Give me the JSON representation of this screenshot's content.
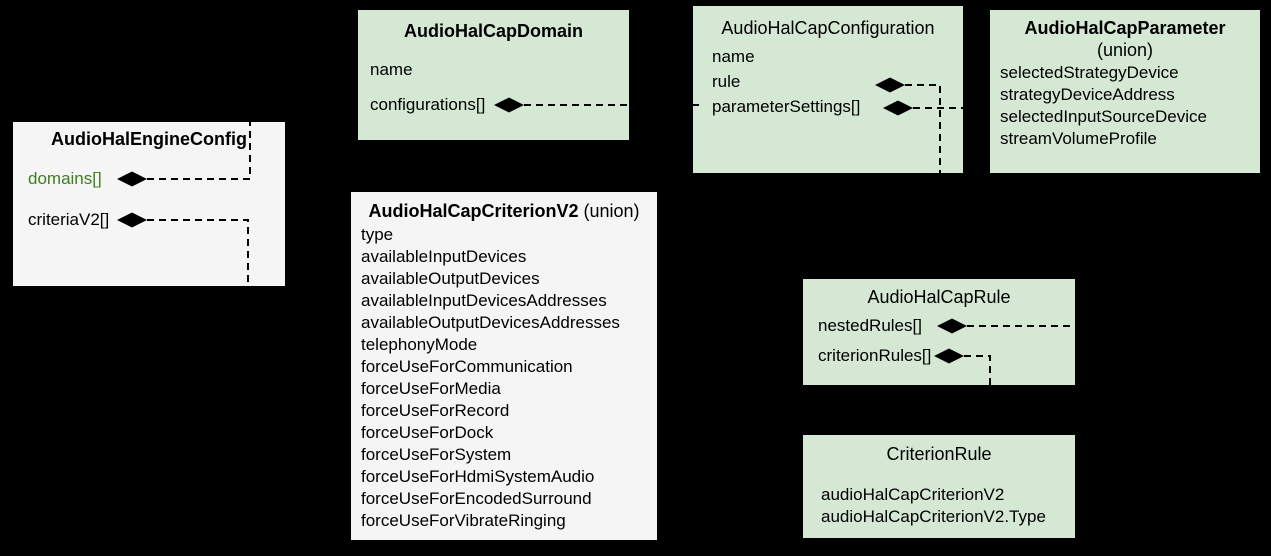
{
  "diagram_type": "uml-class-diagram",
  "colors": {
    "background": "#000000",
    "green_box_fill": "#d5e8d4",
    "gray_box_fill": "#f5f5f5",
    "text": "#000000",
    "domains_field_green": "#3f7e20",
    "connector_line": "#000000"
  },
  "boxes": {
    "engine": {
      "title": "AudioHalEngineConfig",
      "fields": {
        "domains": "domains[]",
        "criteriaV2": "criteriaV2[]"
      }
    },
    "domain": {
      "title": "AudioHalCapDomain",
      "fields": {
        "name": "name",
        "configurations": "configurations[]"
      }
    },
    "configuration": {
      "title": "AudioHalCapConfiguration",
      "fields": {
        "name": "name",
        "rule": "rule",
        "parameterSettings": "parameterSettings[]"
      }
    },
    "parameter": {
      "title": "AudioHalCapParameter",
      "subtitle": "(union)",
      "fields": [
        "selectedStrategyDevice",
        "strategyDeviceAddress",
        "selectedInputSourceDevice",
        "streamVolumeProfile"
      ]
    },
    "criterion": {
      "title": "AudioHalCapCriterionV2",
      "subtitle": "(union)",
      "fields": [
        "type",
        "availableInputDevices",
        "availableOutputDevices",
        "availableInputDevicesAddresses",
        "availableOutputDevicesAddresses",
        "telephonyMode",
        "forceUseForCommunication",
        "forceUseForMedia",
        "forceUseForRecord",
        "forceUseForDock",
        "forceUseForSystem",
        "forceUseForHdmiSystemAudio",
        "forceUseForEncodedSurround",
        "forceUseForVibrateRinging"
      ]
    },
    "rule": {
      "title": "AudioHalCapRule",
      "fields": {
        "nestedRules": "nestedRules[]",
        "criterionRules": "criterionRules[]"
      }
    },
    "criterionRule": {
      "title": "CriterionRule",
      "fields": [
        "audioHalCapCriterionV2",
        "audioHalCapCriterionV2.Type"
      ]
    }
  },
  "connectors": [
    {
      "from": "AudioHalEngineConfig.domains[]",
      "to": "AudioHalCapDomain",
      "style": "dashed-composition"
    },
    {
      "from": "AudioHalEngineConfig.criteriaV2[]",
      "to": "AudioHalCapCriterionV2",
      "style": "dashed-composition"
    },
    {
      "from": "AudioHalCapDomain.configurations[]",
      "to": "AudioHalCapConfiguration",
      "style": "dashed-composition"
    },
    {
      "from": "AudioHalCapConfiguration.rule",
      "to": "AudioHalCapRule",
      "style": "dashed-composition"
    },
    {
      "from": "AudioHalCapConfiguration.parameterSettings[]",
      "to": "AudioHalCapParameter",
      "style": "dashed-composition"
    },
    {
      "from": "AudioHalCapRule.nestedRules[]",
      "to": "AudioHalCapRule",
      "style": "dashed-composition"
    },
    {
      "from": "AudioHalCapRule.criterionRules[]",
      "to": "CriterionRule",
      "style": "dashed-composition"
    }
  ]
}
